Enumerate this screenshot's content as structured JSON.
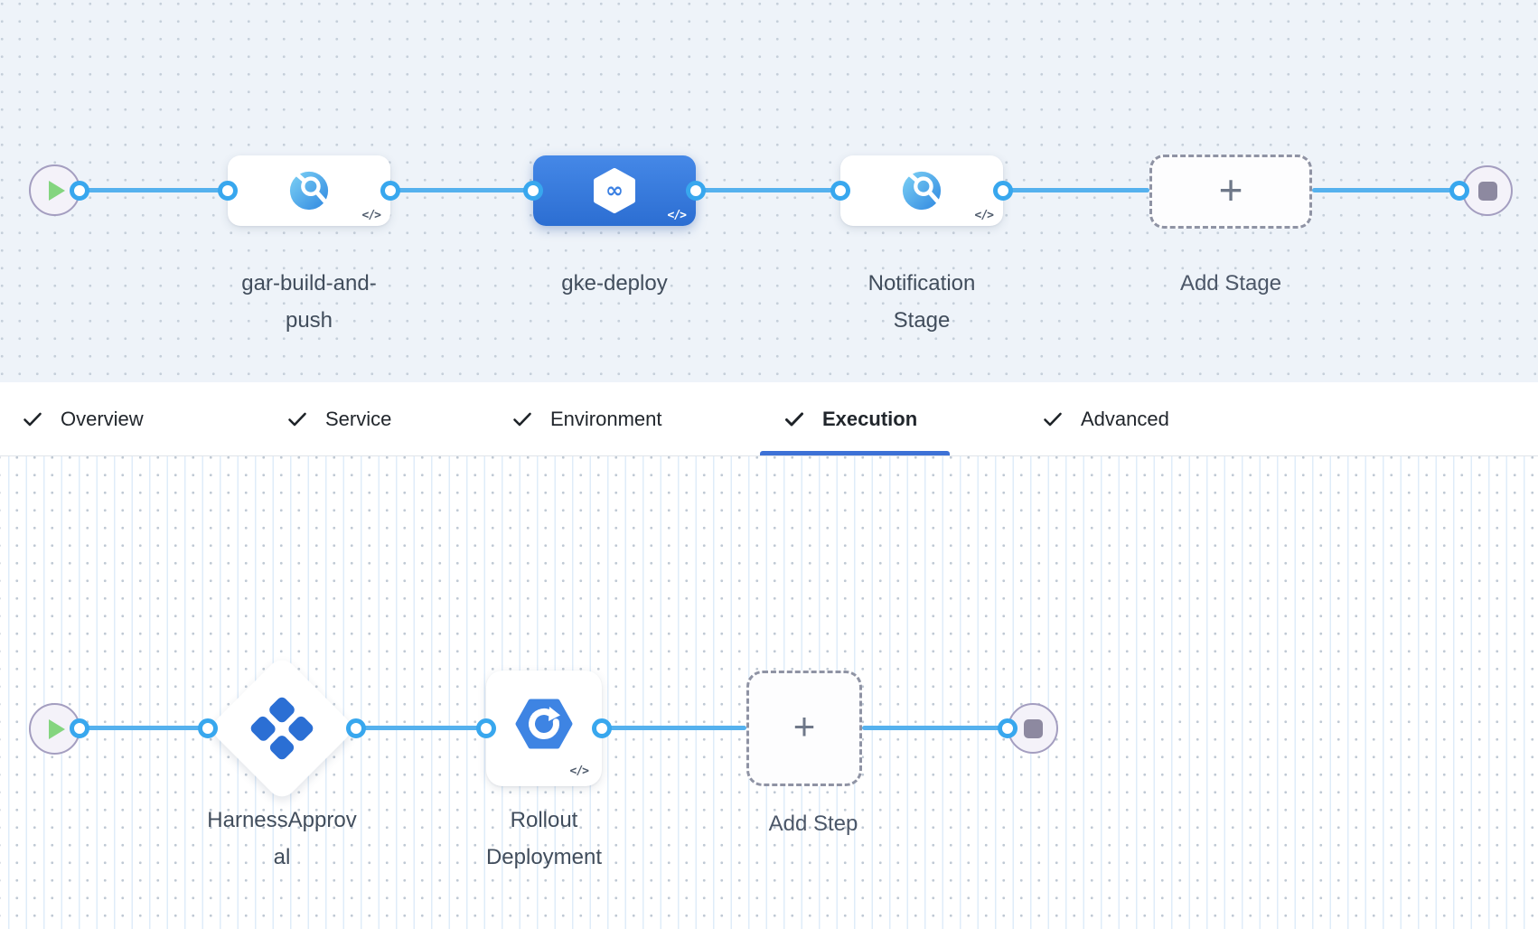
{
  "pipeline": {
    "stages": {
      "items": [
        {
          "name": "gar-build-and-push",
          "lines": [
            "gar-build-and-",
            "push"
          ],
          "kind": "ci-stage",
          "selected": false,
          "code_badge": "</>"
        },
        {
          "name": "gke-deploy",
          "lines": [
            "gke-deploy"
          ],
          "kind": "cd-stage",
          "selected": true,
          "code_badge": "</>"
        },
        {
          "name": "Notification Stage",
          "lines": [
            "Notification",
            "Stage"
          ],
          "kind": "ci-stage",
          "selected": false,
          "code_badge": "</>"
        }
      ],
      "add_button": {
        "label": "Add Stage",
        "glyph": "+"
      }
    },
    "execution_steps": {
      "items": [
        {
          "name": "HarnessApproval",
          "lines": [
            "HarnessApprov",
            "al"
          ],
          "kind": "approval-step"
        },
        {
          "name": "Rollout Deployment",
          "lines": [
            "Rollout",
            "Deployment"
          ],
          "kind": "gke-step",
          "code_badge": "</>"
        }
      ],
      "add_button": {
        "label": "Add Step",
        "glyph": "+"
      }
    }
  },
  "tabs": {
    "items": [
      {
        "label": "Overview",
        "checked": true,
        "active": false
      },
      {
        "label": "Service",
        "checked": true,
        "active": false
      },
      {
        "label": "Environment",
        "checked": true,
        "active": false
      },
      {
        "label": "Execution",
        "checked": true,
        "active": true
      },
      {
        "label": "Advanced",
        "checked": true,
        "active": false
      }
    ]
  },
  "icons": {
    "start": "play-icon",
    "end": "stop-icon",
    "tab_check": "check-icon"
  },
  "colors": {
    "connector_blue": "#55b1ee",
    "port_ring_blue": "#38a7ee",
    "selected_card_blue_top": "#4588e7",
    "selected_card_blue_bottom": "#2c6ed2",
    "active_tab_underline": "#3d71d6",
    "play_green": "#84d57f",
    "stop_gray": "#8d89a0",
    "canvas_top_bg": "#eef3f9",
    "canvas_bottom_bg": "#ffffff",
    "label_gray": "#414d5c"
  }
}
